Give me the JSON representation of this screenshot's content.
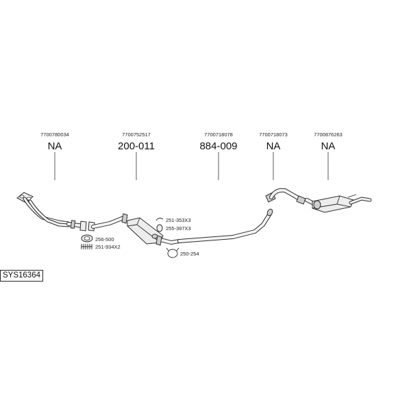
{
  "diagram_code": "SYS16364",
  "parts": [
    {
      "oem": "7700780034",
      "number": "NA"
    },
    {
      "oem": "7700752517",
      "number": "200-011"
    },
    {
      "oem": "7700718078",
      "number": "884-009"
    },
    {
      "oem": "7700718073",
      "number": "NA"
    },
    {
      "oem": "7700876263",
      "number": "NA"
    }
  ],
  "accessories": [
    {
      "label": "251-353X3",
      "icon": "clamp-icon"
    },
    {
      "label": "255-397X3",
      "icon": "rubber-mount-icon"
    },
    {
      "label": "256-500",
      "icon": "gasket-ring-icon"
    },
    {
      "label": "251-934X2",
      "icon": "spring-bolt-icon"
    },
    {
      "label": "250-254",
      "icon": "pipe-clamp-icon"
    }
  ]
}
